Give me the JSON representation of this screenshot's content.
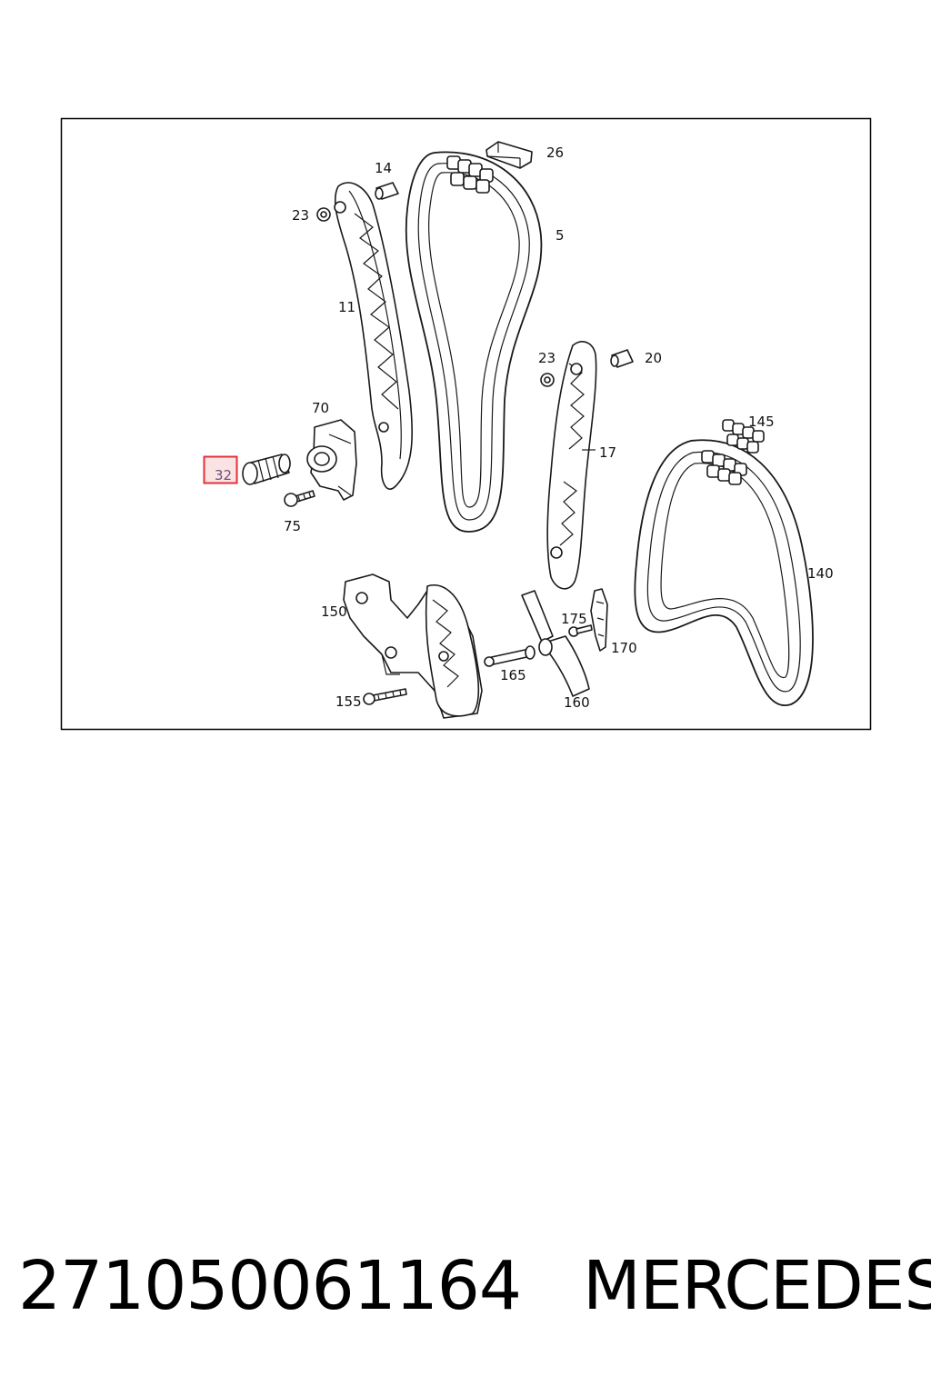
{
  "diagram": {
    "highlight_color": "#e0303a",
    "callouts": {
      "c5": "5",
      "c11": "11",
      "c14": "14",
      "c17": "17",
      "c20": "20",
      "c23a": "23",
      "c23b": "23",
      "c26": "26",
      "c32": "32",
      "c70": "70",
      "c75": "75",
      "c140": "140",
      "c145": "145",
      "c150": "150",
      "c155": "155",
      "c160": "160",
      "c165": "165",
      "c170": "170",
      "c175": "175"
    },
    "highlighted_callout": "32"
  },
  "footer": {
    "part_number": "271050061164",
    "brand": "MERCEDES"
  }
}
